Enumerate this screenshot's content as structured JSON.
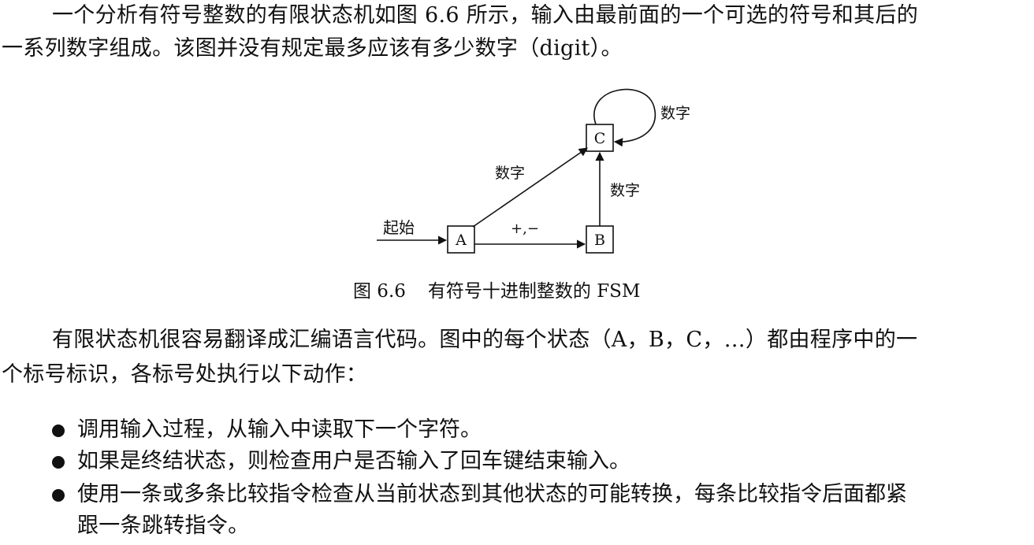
{
  "paragraph1": {
    "line1": "一个分析有符号整数的有限状态机如图 6.6 所示，输入由最前面的一个可选的符号和其后的",
    "line2": "一系列数字组成。该图并没有规定最多应该有多少数字（digit）。"
  },
  "figure": {
    "states": {
      "a": "A",
      "b": "B",
      "c": "C"
    },
    "labels": {
      "start": "起始",
      "sign": "+,−",
      "digit_ac": "数字",
      "digit_bc": "数字",
      "digit_loop": "数字"
    },
    "caption_number": "图 6.6",
    "caption_text": "有符号十进制整数的 FSM"
  },
  "paragraph2": {
    "line1": "有限状态机很容易翻译成汇编语言代码。图中的每个状态（A，B，C，…）都由程序中的一",
    "line2": "个标号标识，各标号处执行以下动作："
  },
  "bullets": [
    "调用输入过程，从输入中读取下一个字符。",
    "如果是终结状态，则检查用户是否输入了回车键结束输入。",
    "使用一条或多条比较指令检查从当前状态到其他状态的可能转换，每条比较指令后面都紧",
    "跟一条跳转指令。"
  ]
}
